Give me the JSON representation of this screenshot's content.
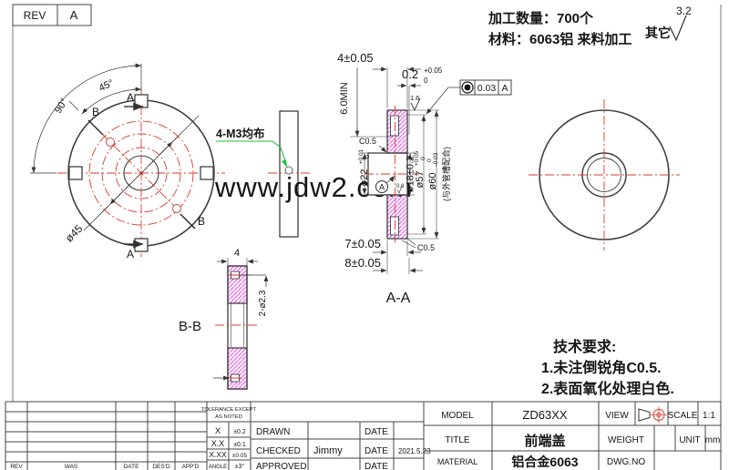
{
  "colors": {
    "outline": "#3f3f3f",
    "centerline_red": "#d93a2b",
    "hatch_magenta": "#ef4df0",
    "note_green": "#1ec23c",
    "watermark_red": "#e6402e"
  },
  "rev_header": {
    "label": "REV",
    "value": "A"
  },
  "notes_top": {
    "quantity": "加工数量：700个",
    "material": "材料：6063铝 来料加工",
    "other_label": "其它",
    "other_roughness": "3.2"
  },
  "front_view": {
    "angle_90": "90°",
    "angle_45": "45°",
    "section_a": "A",
    "section_b": "B",
    "bolt_circle_dia": "ø45"
  },
  "side_view": {
    "thread_note": "4-M3均布"
  },
  "watermark_text": "www.jdw2.com",
  "section_aa": {
    "label": "A-A",
    "dim_thickness": "4±0.05",
    "dim_step": "0.2",
    "dim_step_tol_upper": "+0.05",
    "dim_step_tol_lower": "0",
    "dim_thread_depth": "6.0MIN",
    "chamfer_top": "C0.5",
    "chamfer_bottom": "C0.5",
    "dim_7": "7±0.05",
    "dim_8": "8±0.05",
    "dia22": "ø22",
    "dia22_tol_upper": "+0.01",
    "dia22_tol_lower": "0",
    "dia18": "ø18±0.2",
    "dia57": "ø57",
    "dia57_tol_upper": "+0.05",
    "dia57_tol_lower": "0",
    "dia60": "ø60",
    "dia60_tol_upper": "0",
    "dia60_tol_lower": "-0.03",
    "dia60_note": "(与外管槽配合)",
    "roughness_face": "1.6",
    "roughness_bore": "0.8",
    "datum": "A",
    "fcf_value": "0.03",
    "fcf_datum": "A"
  },
  "section_bb": {
    "label": "B-B",
    "dim_thickness": "4",
    "dim_holes": "2-ø2.3"
  },
  "tech_requirements": {
    "title": "技术要求:",
    "items": [
      "1.未注倒锐角C0.5.",
      "2.表面氧化处理白色."
    ]
  },
  "title_block": {
    "model_label": "MODEL",
    "model_value": "ZD63XX",
    "view_label": "VIEW",
    "scale_label": "SCALE",
    "scale_value": "1:1",
    "title_label": "TITLE",
    "title_value": "前端盖",
    "weight_label": "WEIGHT",
    "unit_label": "UNIT",
    "unit_value": "mm",
    "material_label": "MATERIAL",
    "material_value": "铝合金6063",
    "dwgno_label": "DWG.NO",
    "drawn_label": "DRAWN",
    "checked_label": "CHECKED",
    "approved_label": "APPROVED",
    "date_label": "DATE",
    "checked_name": "Jimmy",
    "checked_date": "2021.5.23",
    "tolerance_header_1": "TOLERANCE EXCEPT",
    "tolerance_header_2": "AS NOTED",
    "tol_x": "X",
    "tol_x_v": "±0.2",
    "tol_xx": "X.X",
    "tol_xx_v": "±0.1",
    "tol_xxx": "X.XX",
    "tol_xxx_v": "±0.05",
    "tol_angle": "ANGLE",
    "tol_angle_v": "±3°",
    "rev_col": "REV",
    "was_col": "WAS",
    "date_col": "DATE",
    "desd_col": "DES'D",
    "appd_col": "APP'D"
  }
}
